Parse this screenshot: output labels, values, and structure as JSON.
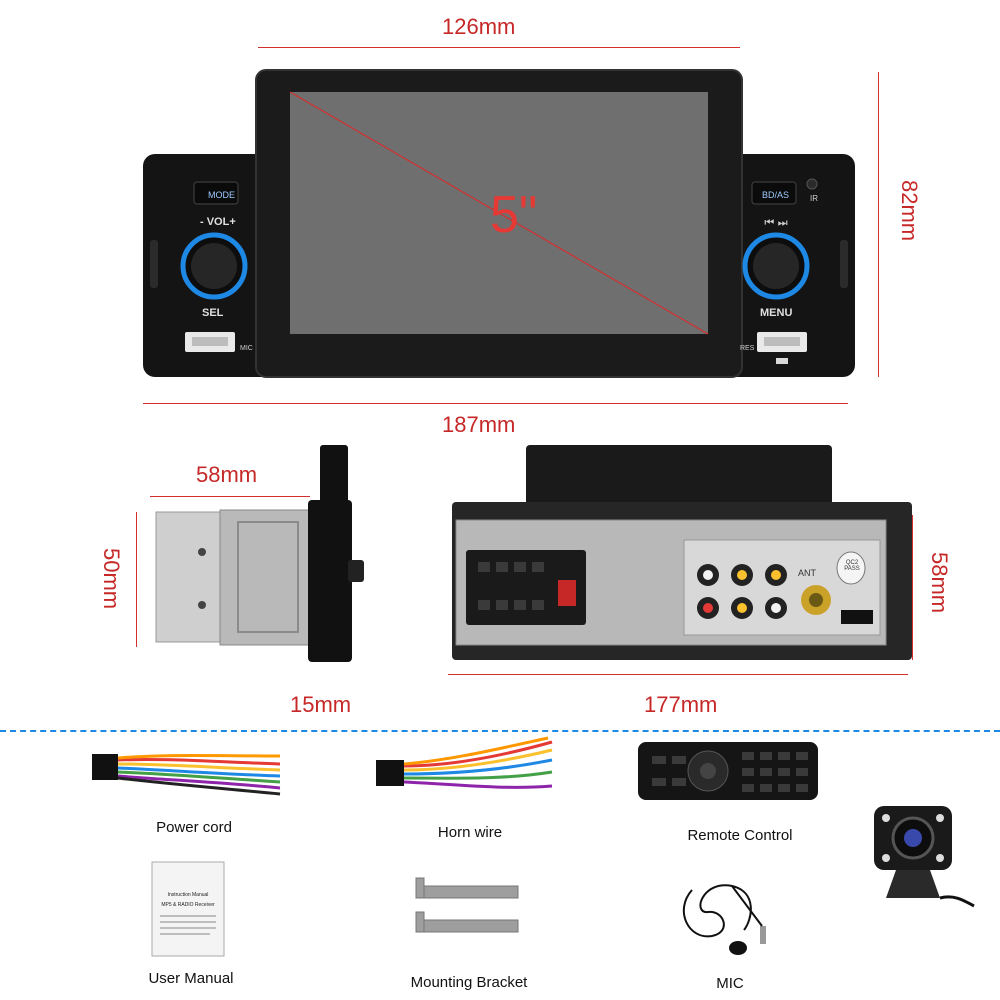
{
  "colors": {
    "dimension": "#c62828",
    "accent_ring": "#1e88e5",
    "divider": "#1e88e5"
  },
  "front": {
    "screen_size": "5\"",
    "left_panel": {
      "mode_button": "MODE",
      "vol_label": "- VOL+",
      "knob_label": "SEL",
      "mic_label": "MIC"
    },
    "right_panel": {
      "bd_button": "BD/AS",
      "ir_label": "IR",
      "knob_label": "MENU",
      "res_label": "RES"
    }
  },
  "dimensions": {
    "front_width": "126mm",
    "front_height": "82mm",
    "total_width": "187mm",
    "side_depth": "58mm",
    "side_height": "50mm",
    "faceplate_depth": "15mm",
    "rear_width": "177mm",
    "rear_height": "58mm"
  },
  "rear_labels": {
    "ant": "ANT",
    "sticker": "QC2 PASS"
  },
  "accessories": [
    {
      "name": "Power cord",
      "icon": "power-cord-icon"
    },
    {
      "name": "Horn wire",
      "icon": "horn-wire-icon"
    },
    {
      "name": "Remote Control",
      "icon": "remote-control-icon"
    },
    {
      "name": "User Manual",
      "icon": "user-manual-icon"
    },
    {
      "name": "Mounting Bracket",
      "icon": "mounting-bracket-icon"
    },
    {
      "name": "MIC",
      "icon": "mic-icon"
    },
    {
      "name": "Camera",
      "icon": "camera-icon"
    }
  ],
  "manual_cover": {
    "title": "Instruction Manual",
    "subtitle": "MP5 & RADIO Receiver"
  }
}
